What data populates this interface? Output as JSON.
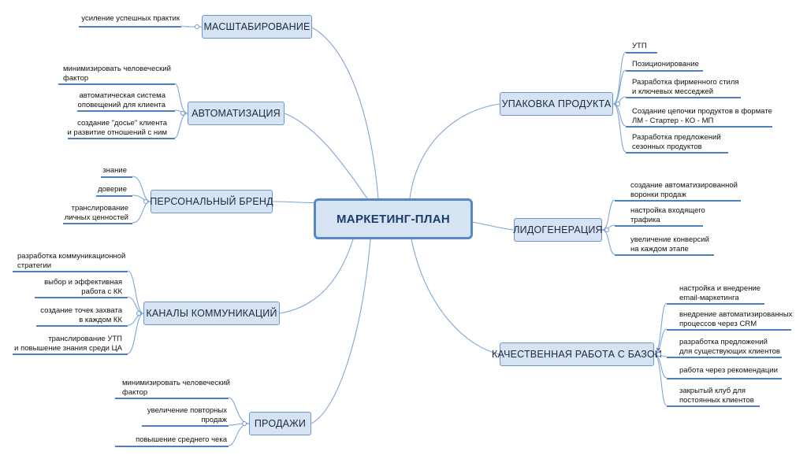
{
  "center": "МАРКЕТИНГ-ПЛАН",
  "branches": {
    "scaling": {
      "title": "МАСШТАБИРОВАНИЕ",
      "items": [
        "усиление успешных практик"
      ]
    },
    "automation": {
      "title": "АВТОМАТИЗАЦИЯ",
      "items": [
        "минимизировать человеческий\nфактор",
        "автоматическая система\nоповещений для клиента",
        "создание \"досье\" клиента\nи развитие отношений с ним"
      ]
    },
    "brand": {
      "title": "ПЕРСОНАЛЬНЫЙ БРЕНД",
      "items": [
        "знание",
        "доверие",
        "транслирование\nличных ценностей"
      ]
    },
    "channels": {
      "title": "КАНАЛЫ КОММУНИКАЦИЙ",
      "items": [
        "разработка коммуникационной\nстратегии",
        "выбор и эффективная\nработа с КК",
        "создание точек захвата\nв каждом КК",
        "транслирование УТП\nи повышение знания среди ЦА"
      ]
    },
    "sales": {
      "title": "ПРОДАЖИ",
      "items": [
        "минимизировать человеческий\nфактор",
        "увеличение повторных\nпродаж",
        "повышение среднего чека"
      ]
    },
    "packaging": {
      "title": "УПАКОВКА ПРОДУКТА",
      "items": [
        "УТП",
        "Позиционирование",
        "Разработка фирменного стиля\nи ключевых месседжей",
        "Создание цепочки продуктов в формате\nЛМ - Стартер - КО - МП",
        "Разработка предложений\nсезонных продуктов"
      ]
    },
    "leadgen": {
      "title": "ЛИДОГЕНЕРАЦИЯ",
      "items": [
        "создание автоматизированной\nворонки продаж",
        "настройка входящего\nтрафика",
        "увеличение конверсий\nна каждом этапе"
      ]
    },
    "base": {
      "title": "КАЧЕСТВЕННАЯ РАБОТА С БАЗОЙ",
      "items": [
        "настройка и внедрение\nemail-маркетинга",
        "внедрение автоматизированных\nпроцессов через CRM",
        "разработка предложений\nдля существующих клиентов",
        "работа через рекомендации",
        "закрытый клуб для\nпостоянных клиентов"
      ]
    }
  },
  "colors": {
    "node_fill": "#d6e3f3",
    "node_border": "#6d96cc",
    "center_border": "#5588c4",
    "connector": "#7fa6d6",
    "underline": "#4f7fbf"
  }
}
